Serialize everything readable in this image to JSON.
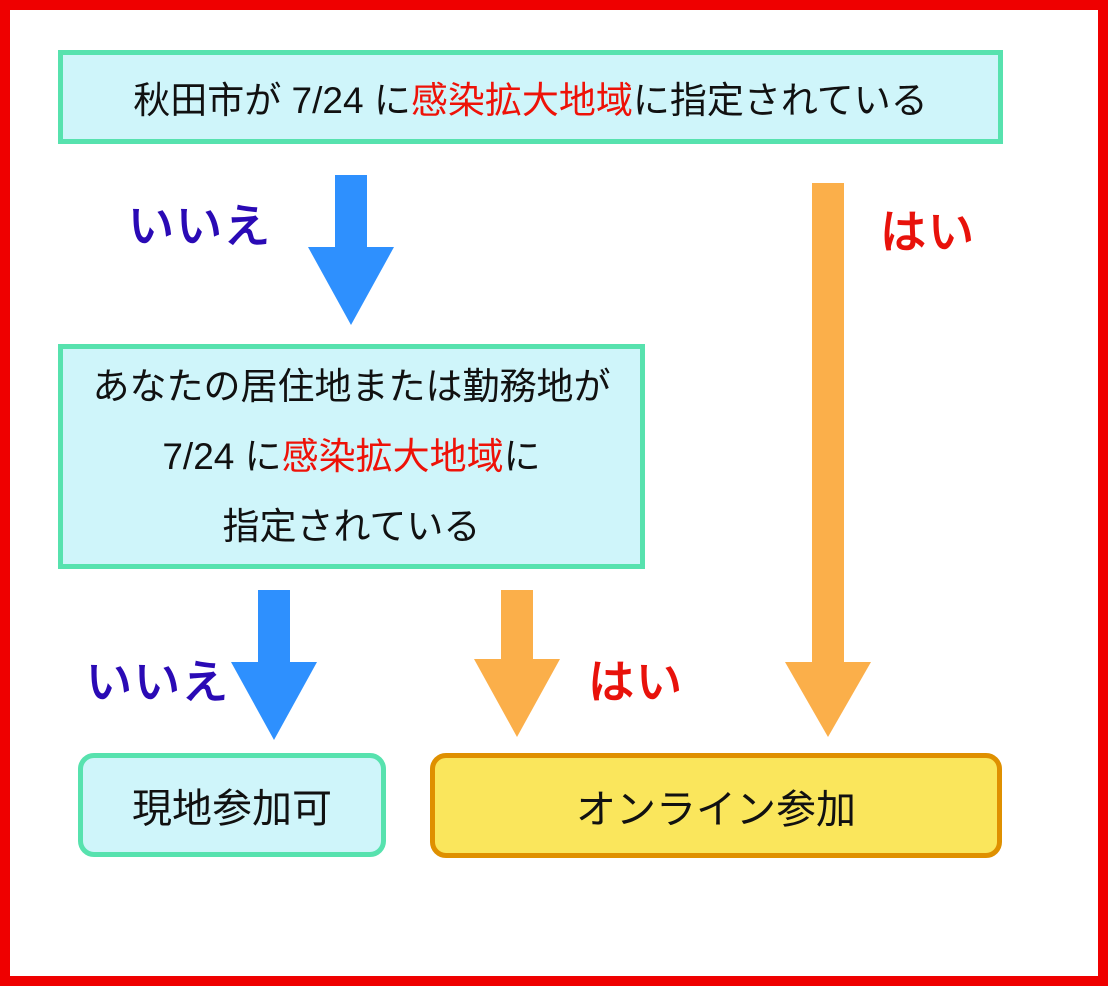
{
  "colors": {
    "frame_red": "#ef0000",
    "box_border_mint": "#57e2ae",
    "box_fill_cyan": "#cff5fa",
    "arrow_blue": "#2e90fe",
    "arrow_orange": "#fbaf4a",
    "label_no_navy": "#2a0ab5",
    "label_yes_red": "#e8120b",
    "highlight_red": "#ee1208",
    "online_fill_yellow": "#fae65c",
    "online_border_orange": "#df9000",
    "text_black": "#111111"
  },
  "question1": {
    "pre": "秋田市が 7/24 に",
    "highlight": "感染拡大地域",
    "post": "に指定されている"
  },
  "question2": {
    "line1": "あなたの居住地または勤務地が",
    "line2_pre": "7/24 に",
    "line2_highlight": "感染拡大地域",
    "line2_post": "に",
    "line3": "指定されている"
  },
  "branch_labels": {
    "no1": "いいえ",
    "yes1": "はい",
    "no2": "いいえ",
    "yes2": "はい"
  },
  "results": {
    "onsite": "現地参加可",
    "online": "オンライン参加"
  }
}
